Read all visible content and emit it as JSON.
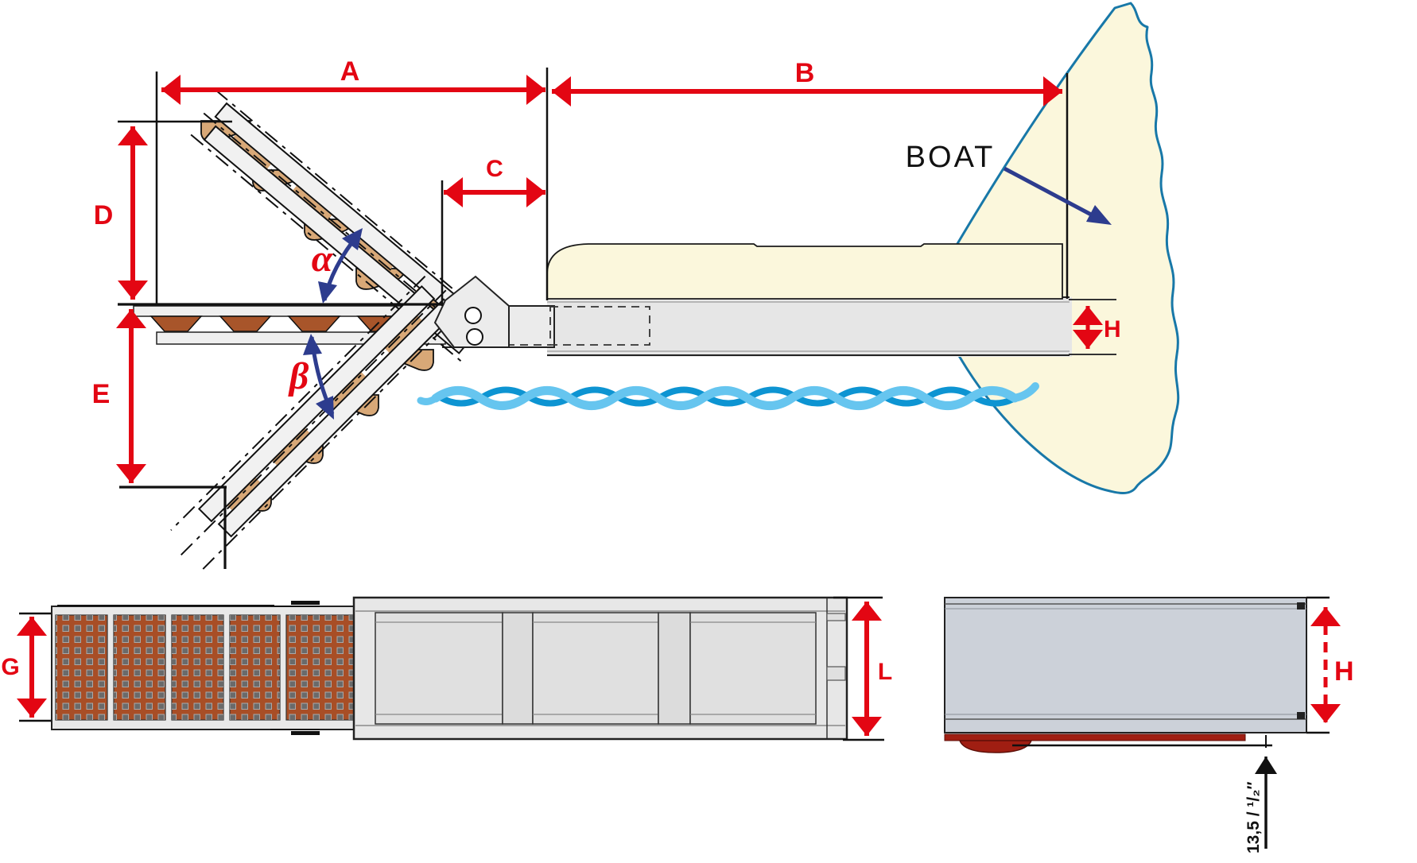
{
  "drawing": {
    "boat_label": "BOAT",
    "dimensions": {
      "a": "A",
      "b": "B",
      "c": "C",
      "d": "D",
      "e": "E",
      "g": "G",
      "h": "H",
      "l": "L"
    },
    "angles": {
      "alpha": "α",
      "beta": "β"
    },
    "keel_offset": "13,5 / ¹/₂″"
  },
  "colors": {
    "dimension_red": "#e30613",
    "angle_navy": "#2d3c8e",
    "hull_outline_blue": "#1878a8",
    "hull_fill": "#fbf7dc",
    "water_light": "#66c5ef",
    "water_dark": "#0d94d2",
    "tread_brown": "#a8552a",
    "step_tan": "#d8a877",
    "keel_red": "#a01e12",
    "metal_gray": "#e6e6e6",
    "transom_gray": "#ccd1d9",
    "plan_panel_brown": "#a84e26"
  }
}
